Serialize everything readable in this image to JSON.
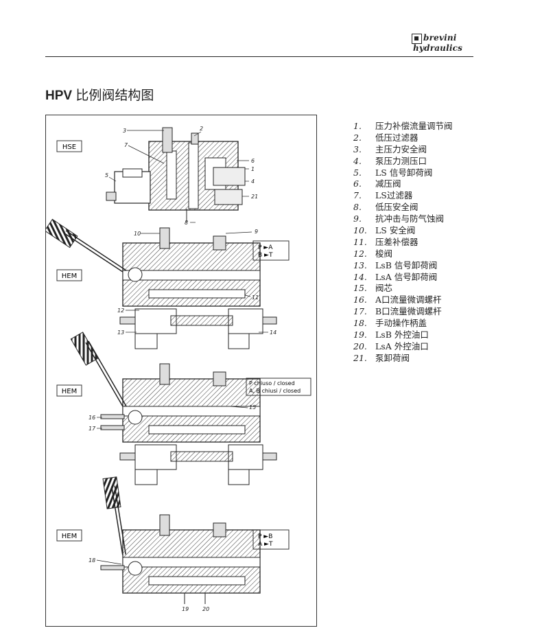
{
  "brand": {
    "line1": "brevini",
    "line2": "hydraulics"
  },
  "title": {
    "model": "HPV",
    "text": "比例阀结构图"
  },
  "figure": {
    "sections": [
      {
        "tag": "HSE"
      },
      {
        "tag": "HEM",
        "flow_line1": "P ►A",
        "flow_line2": "B ►T"
      },
      {
        "tag": "HEM",
        "flow_line1": "P chiuso / closed",
        "flow_line2": "A, B chiusi / closed"
      },
      {
        "tag": "HEM",
        "flow_line1": "P ►B",
        "flow_line2": "A ►T"
      }
    ],
    "callouts": [
      "3",
      "2",
      "7",
      "6",
      "1",
      "5",
      "4",
      "21",
      "8",
      "10",
      "9",
      "11",
      "12",
      "13",
      "14",
      "15",
      "16",
      "17",
      "18",
      "19",
      "20"
    ]
  },
  "legend": [
    {
      "num": "1.",
      "text": "压力补偿流量调节阀"
    },
    {
      "num": "2.",
      "text": "低压过滤器"
    },
    {
      "num": "3.",
      "text": "主压力安全阀"
    },
    {
      "num": "4.",
      "text": "泵压力测压口"
    },
    {
      "num": "5.",
      "text": "LS 信号卸荷阀"
    },
    {
      "num": "6.",
      "text": "减压阀"
    },
    {
      "num": "7.",
      "text": "LS过滤器"
    },
    {
      "num": "8.",
      "text": "低压安全阀"
    },
    {
      "num": "9.",
      "text": "抗冲击与防气蚀阀"
    },
    {
      "num": "10.",
      "text": "LS 安全阀"
    },
    {
      "num": "11.",
      "text": "压差补偿器"
    },
    {
      "num": "12.",
      "text": "梭阀"
    },
    {
      "num": "13.",
      "text": "LsB 信号卸荷阀"
    },
    {
      "num": "14.",
      "text": "LsA 信号卸荷阀"
    },
    {
      "num": "15.",
      "text": "阀芯"
    },
    {
      "num": "16.",
      "text": "A口流量微调螺杆"
    },
    {
      "num": "17.",
      "text": "B口流量微调螺杆"
    },
    {
      "num": "18.",
      "text": "手动操作柄盖"
    },
    {
      "num": "19.",
      "text": "LsB 外控油口"
    },
    {
      "num": "20.",
      "text": "LsA 外控油口"
    },
    {
      "num": "21.",
      "text": "泵卸荷阀"
    }
  ]
}
